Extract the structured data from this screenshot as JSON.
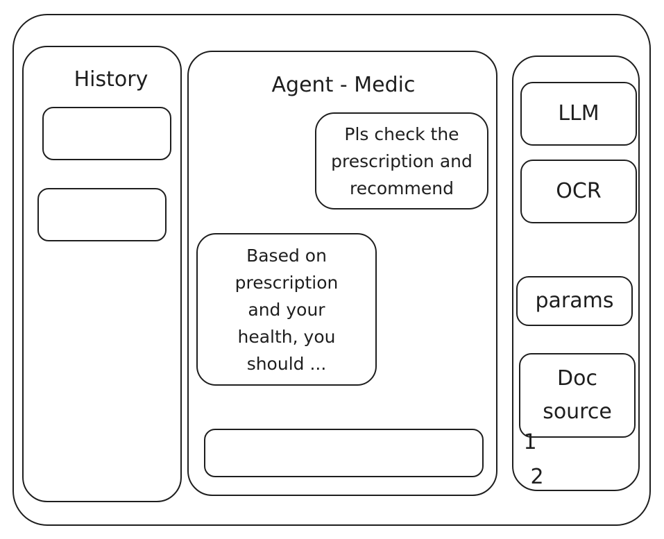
{
  "history": {
    "title": "History",
    "items": [
      "",
      ""
    ]
  },
  "chat": {
    "title": "Agent - Medic",
    "user_message": "Pls check the prescription and recommend",
    "agent_message": "Based on prescription and your health, you should ...",
    "input_value": ""
  },
  "settings": {
    "llm": "LLM",
    "ocr": "OCR",
    "params": "params",
    "doc_source": "Doc source",
    "doc_list": [
      "1",
      "2"
    ]
  }
}
